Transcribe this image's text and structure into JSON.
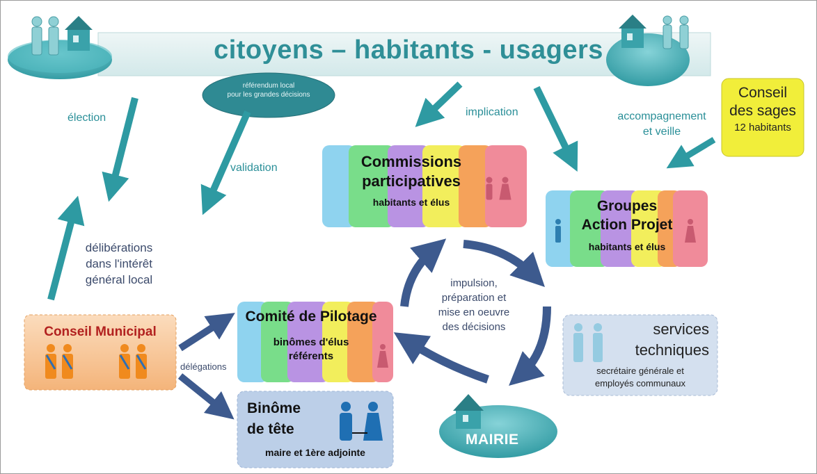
{
  "banner": {
    "title": "citoyens – habitants - usagers"
  },
  "referendum": {
    "line1": "référendum local",
    "line2": "pour les grandes décisions"
  },
  "labels": {
    "election": "élection",
    "validation": "validation",
    "implication": "implication",
    "accompagnement_line1": "accompagnement",
    "accompagnement_line2": "et veille",
    "deliberations_line1": "délibérations",
    "deliberations_line2": "dans l'intérêt",
    "deliberations_line3": "général local",
    "delegations": "délégations",
    "cycle_line1": "impulsion,",
    "cycle_line2": "préparation et",
    "cycle_line3": "mise en oeuvre",
    "cycle_line4": "des décisions"
  },
  "conseil_sages": {
    "line1": "Conseil",
    "line2": "des sages",
    "line3": "12 habitants"
  },
  "commissions": {
    "line1": "Commissions",
    "line2": "participatives",
    "sub": "habitants et élus"
  },
  "groupes": {
    "line1": "Groupes",
    "line2": "Action Projet",
    "sub": "habitants et élus"
  },
  "conseil_municipal": {
    "title": "Conseil Municipal"
  },
  "comite": {
    "title": "Comité de Pilotage",
    "sub1": "binômes d'élus",
    "sub2": "référents"
  },
  "binome": {
    "line1": "Binôme",
    "line2": "de tête",
    "sub": "maire et 1ère adjointe"
  },
  "services": {
    "line1": "services",
    "line2": "techniques",
    "sub1": "secrétaire générale et",
    "sub2": "employés communaux"
  },
  "mairie": {
    "label": "MAIRIE"
  },
  "colors": {
    "teal": "#2f9aa3",
    "arrow_teal": "#2e9aa2",
    "arrow_navy": "#3d5a8e",
    "rainbow": [
      "#8fd3ef",
      "#79dd8a",
      "#b993e3",
      "#f2ee5c",
      "#f5a25a",
      "#f08b9a"
    ],
    "conseil_municipal_bg": "#f7c89a",
    "conseil_sages_bg": "#f1ee3a",
    "binome_bg": "#bccfe8",
    "services_bg": "#d4e0ef"
  },
  "icons": [
    "people-icon",
    "house-icon",
    "sash-figure-icon",
    "man-woman-icon",
    "mairie-house-icon"
  ]
}
